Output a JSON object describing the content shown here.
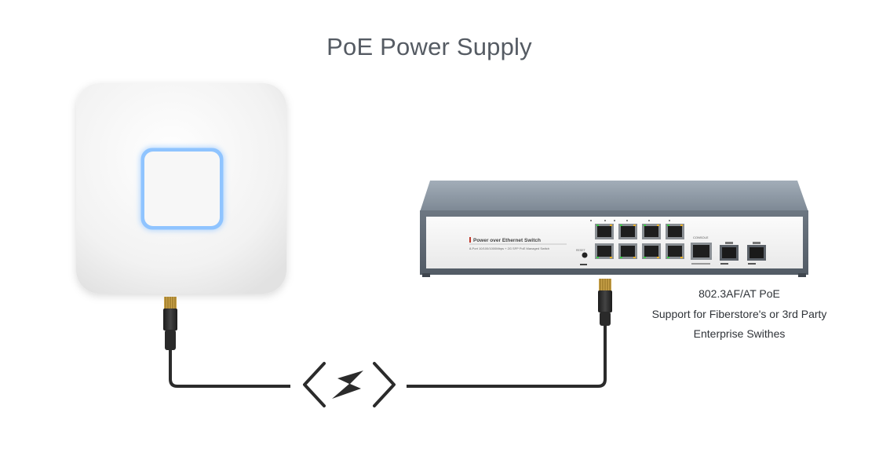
{
  "title": "PoE Power Supply",
  "switch": {
    "panel_title": "Power over Ethernet Switch",
    "panel_subtitle": "8-Port 10/100/1000Mbps + 2G SFP PoE Managed Switch",
    "console_label": "CONSOLE",
    "reset_label": "RESET"
  },
  "caption": {
    "line1": "802.3AF/AT PoE",
    "line2": "Support for Fiberstore's or 3rd Party",
    "line3": "Enterprise Swithes"
  },
  "colors": {
    "cable": "#2b2b2b",
    "switch_body": "#6f7a86",
    "access_point": "#f3f3f3",
    "led_glow": "#7fb8ff",
    "title_text": "#555b63"
  },
  "icons": {
    "power_symbol": "lightning-bolt-icon"
  }
}
